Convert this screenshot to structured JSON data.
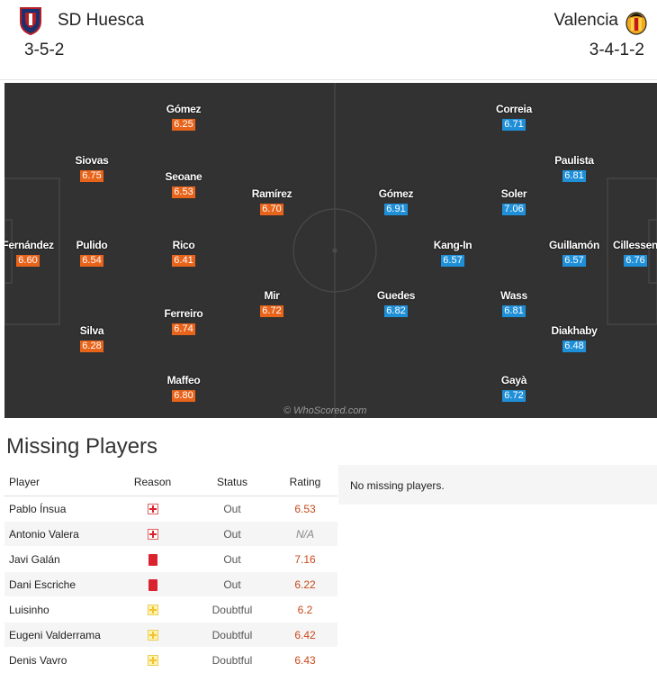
{
  "home": {
    "name": "SD Huesca",
    "formation": "3-5-2",
    "players": [
      {
        "name": "Gómez",
        "rating": "6.25"
      },
      {
        "name": "Siovas",
        "rating": "6.75"
      },
      {
        "name": "Seoane",
        "rating": "6.53"
      },
      {
        "name": "Ramírez",
        "rating": "6.70"
      },
      {
        "name": "Fernández",
        "rating": "6.60"
      },
      {
        "name": "Pulido",
        "rating": "6.54"
      },
      {
        "name": "Rico",
        "rating": "6.41"
      },
      {
        "name": "Mir",
        "rating": "6.72"
      },
      {
        "name": "Ferreiro",
        "rating": "6.74"
      },
      {
        "name": "Silva",
        "rating": "6.28"
      },
      {
        "name": "Maffeo",
        "rating": "6.80"
      }
    ]
  },
  "away": {
    "name": "Valencia",
    "formation": "3-4-1-2",
    "players": [
      {
        "name": "Correia",
        "rating": "6.71"
      },
      {
        "name": "Paulista",
        "rating": "6.81"
      },
      {
        "name": "Gómez",
        "rating": "6.91"
      },
      {
        "name": "Soler",
        "rating": "7.06"
      },
      {
        "name": "Kang-In",
        "rating": "6.57"
      },
      {
        "name": "Guillamón",
        "rating": "6.57"
      },
      {
        "name": "Cillessen",
        "rating": "6.76"
      },
      {
        "name": "Guedes",
        "rating": "6.82"
      },
      {
        "name": "Wass",
        "rating": "6.81"
      },
      {
        "name": "Diakhaby",
        "rating": "6.48"
      },
      {
        "name": "Gayà",
        "rating": "6.72"
      }
    ],
    "no_missing_text": "No missing players."
  },
  "watermark": "© WhoScored.com",
  "missing": {
    "title": "Missing Players",
    "headers": {
      "player": "Player",
      "reason": "Reason",
      "status": "Status",
      "rating": "Rating"
    },
    "rows": [
      {
        "player": "Pablo Ínsua",
        "reason_icon": "injury-icon",
        "status": "Out",
        "rating": "6.53"
      },
      {
        "player": "Antonio Valera",
        "reason_icon": "injury-icon",
        "status": "Out",
        "rating": "N/A"
      },
      {
        "player": "Javi Galán",
        "reason_icon": "red-card-icon",
        "status": "Out",
        "rating": "7.16"
      },
      {
        "player": "Dani Escriche",
        "reason_icon": "red-card-icon",
        "status": "Out",
        "rating": "6.22"
      },
      {
        "player": "Luisinho",
        "reason_icon": "doubtful-icon",
        "status": "Doubtful",
        "rating": "6.2"
      },
      {
        "player": "Eugeni Valderrama",
        "reason_icon": "doubtful-icon",
        "status": "Doubtful",
        "rating": "6.42"
      },
      {
        "player": "Denis Vavro",
        "reason_icon": "doubtful-icon",
        "status": "Doubtful",
        "rating": "6.43"
      }
    ]
  },
  "colors": {
    "home_rating": "#e8641b",
    "away_rating": "#1f8fd8",
    "pitch": "#323232"
  }
}
